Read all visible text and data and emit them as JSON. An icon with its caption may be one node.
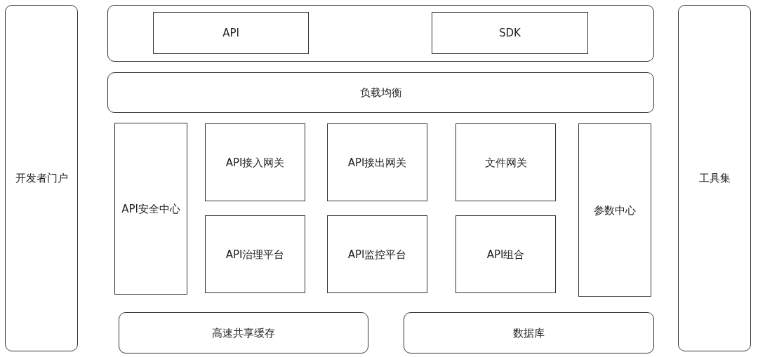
{
  "diagram": {
    "nodes": [
      {
        "text": [
          "开发者门户"
        ]
      },
      {
        "text": [],
        "shape": "box"
      },
      {
        "text": [
          "API"
        ],
        "in": 1
      },
      {
        "text": [
          "SDK"
        ],
        "in": 1
      },
      {
        "text": [
          "负载均衡"
        ]
      },
      {
        "text": [
          "API安全中心"
        ]
      },
      {
        "text": [
          "API接入网关"
        ]
      },
      {
        "text": [
          "API接出网关"
        ]
      },
      {
        "text": [
          "文件网关"
        ]
      },
      {
        "text": [
          "参数中心"
        ]
      },
      {
        "text": [
          "API治理平台"
        ]
      },
      {
        "text": [
          "API监控平台"
        ]
      },
      {
        "text": [
          "API组合"
        ]
      },
      {
        "text": [
          "高速共享缓存"
        ]
      },
      {
        "text": [
          "数据库"
        ]
      },
      {
        "text": [
          "工具集"
        ]
      }
    ]
  }
}
